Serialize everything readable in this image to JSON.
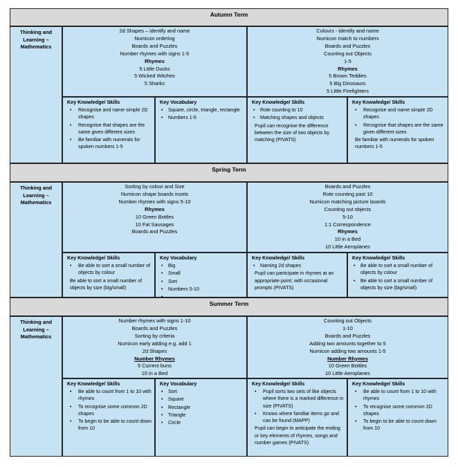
{
  "subject": "Thinking and Learning – Mathematics",
  "terms": [
    {
      "name": "Autumn Term",
      "left_content": [
        {
          "text": "2d Shapes – identify and name",
          "style": "normal"
        },
        {
          "text": "Numicon ordering",
          "style": "normal"
        },
        {
          "text": "Boards and Puzzles",
          "style": "normal"
        },
        {
          "text": "Number rhymes with signs 1-5",
          "style": "normal"
        },
        {
          "text": "Rhymes",
          "style": "bold"
        },
        {
          "text": "5 Little Ducks",
          "style": "normal"
        },
        {
          "text": "5 Wicked Witches",
          "style": "normal"
        },
        {
          "text": "5 Sharks",
          "style": "normal"
        }
      ],
      "right_content": [
        {
          "text": "Colours - identify and name",
          "style": "normal"
        },
        {
          "text": "Numicon match to numbers",
          "style": "normal"
        },
        {
          "text": "Boards and Puzzles",
          "style": "normal"
        },
        {
          "text": "Counting out Objects",
          "style": "normal"
        },
        {
          "text": "1-5",
          "style": "normal"
        },
        {
          "text": "Rhymes",
          "style": "bold"
        },
        {
          "text": "5 Brown Teddies",
          "style": "normal"
        },
        {
          "text": "5 Big Dinosaurs",
          "style": "normal"
        },
        {
          "text": "5 Little Firefighters",
          "style": "normal"
        }
      ],
      "knowledge_left": {
        "heading": "Key Knowledge/ Skills",
        "bullets": [
          "Recognise and name simple 2D shapes",
          "Recognise that shapes are the same given different sizes",
          "Be familiar with numerals for spoken numbers 1-5"
        ],
        "paragraphs": []
      },
      "vocabulary": {
        "heading": "Key Vocabulary",
        "bullets": [
          "Square, circle, triangle, rectangle",
          "Numbers 1-5"
        ]
      },
      "knowledge_right": {
        "heading": "Key Knowledge/ Skills",
        "bullets": [
          "Rote counting to 10",
          "Matching shapes and objects"
        ],
        "paragraphs": [
          "Pupil can recognise the difference between the size of two objects by matching (PIVATS)"
        ]
      },
      "knowledge_far": {
        "heading": "Key Knowledge/ Skills",
        "bullets": [
          "Recognise and name simple 2D shapes",
          "Recognise that shapes are the same given different sizes"
        ],
        "paragraphs": [
          "Be familiar with numerals for spoken numbers 1-5"
        ]
      }
    },
    {
      "name": "Spring Term",
      "left_content": [
        {
          "text": "Sorting by colour and Size",
          "style": "normal"
        },
        {
          "text": "Numicon shape boards insets",
          "style": "normal"
        },
        {
          "text": "Number rhymes with signs 5-10",
          "style": "normal"
        },
        {
          "text": "Rhymes",
          "style": "bold"
        },
        {
          "text": "10 Green Bottles",
          "style": "normal"
        },
        {
          "text": "10 Fat Sausages",
          "style": "normal"
        },
        {
          "text": "Boards and Puzzles",
          "style": "normal"
        }
      ],
      "right_content": [
        {
          "text": "Boards and Puzzles",
          "style": "normal"
        },
        {
          "text": "Rote counting past 10",
          "style": "normal"
        },
        {
          "text": "Numicon matching picture boards",
          "style": "normal"
        },
        {
          "text": "Counting out objects",
          "style": "normal"
        },
        {
          "text": "5-10",
          "style": "normal"
        },
        {
          "text": "1:1 Correspondence",
          "style": "normal"
        },
        {
          "text": "Rhymes",
          "style": "bold"
        },
        {
          "text": "10 in a Bed",
          "style": "normal"
        },
        {
          "text": "10 Little Aeroplanes",
          "style": "normal"
        }
      ],
      "knowledge_left": {
        "heading": "Key Knowledge/ Skills",
        "bullets": [
          "Be able to sort a small number of objects by colour"
        ],
        "paragraphs": [
          "Be able to sort a small number of objects by size (big/small)"
        ]
      },
      "vocabulary": {
        "heading": "Key Vocabulary",
        "bullets": [
          "Big",
          "Small",
          "Sort",
          "Numbers 5-10",
          ""
        ]
      },
      "knowledge_right": {
        "heading": "Key Knowledge/ Skills",
        "bullets": [
          "Naming 2d shapes"
        ],
        "paragraphs": [
          "Pupil can participate in rhymes at an appropriate point, with occasional prompts (PIVATS)"
        ]
      },
      "knowledge_far": {
        "heading": "Key Knowledge/ Skills",
        "bullets": [
          "Be able to sort a small number of objects by colour",
          "Be able to sort a small number of objects by size (big/small)"
        ],
        "paragraphs": []
      }
    },
    {
      "name": "Summer Term",
      "left_content": [
        {
          "text": "Number rhymes with signs 1-10",
          "style": "normal"
        },
        {
          "text": "Boards and Puzzles",
          "style": "normal"
        },
        {
          "text": "Sorting by criteria",
          "style": "normal"
        },
        {
          "text": "Numicon early adding e.g. add 1",
          "style": "normal"
        },
        {
          "text": "2d Shapes",
          "style": "normal"
        },
        {
          "text": "Number Rhymes",
          "style": "bold-underline"
        },
        {
          "text": "5 Current buns",
          "style": "normal"
        },
        {
          "text": "10 in a Bed",
          "style": "normal"
        }
      ],
      "right_content": [
        {
          "text": "Counting out Objects",
          "style": "normal"
        },
        {
          "text": "1-10",
          "style": "normal"
        },
        {
          "text": "Boards and Puzzles",
          "style": "normal"
        },
        {
          "text": "Adding two amounts together to 5",
          "style": "normal"
        },
        {
          "text": "Numicon adding two amounts 1-5",
          "style": "normal"
        },
        {
          "text": "Number Rhymes",
          "style": "bold-underline"
        },
        {
          "text": "10 Green Bottles",
          "style": "normal"
        },
        {
          "text": "10 Little Aeroplanes",
          "style": "normal"
        }
      ],
      "knowledge_left": {
        "heading": "Key Knowledge/ Skills",
        "bullets": [
          "Be able to count from 1 to 10 with rhymes",
          "To recognise some common 2D shapes",
          "To begin to be able to count down from 10"
        ],
        "paragraphs": []
      },
      "vocabulary": {
        "heading": "Key Vocabulary",
        "bullets": [
          "Sort",
          "Square",
          "Rectangle",
          "Triangle",
          "Circle"
        ]
      },
      "knowledge_right": {
        "heading": "Key Knowledge/ Skills",
        "bullets": [
          "Pupil sorts two sets of like objects where there is a marked difference in size (PIVATS)",
          "Knows where familiar items go and can be found (MAPP)"
        ],
        "paragraphs": [
          "Pupil can begin to anticipate the ending or key elements of rhymes, songs and number games (PIVATS)"
        ]
      },
      "knowledge_far": {
        "heading": "Key Knowledge/ Skills",
        "bullets": [
          "Be able to count from 1 to 10 with rhymes",
          "To recognise some common 2D shapes",
          "To begin to be able to count down from 10"
        ],
        "paragraphs": []
      }
    }
  ]
}
